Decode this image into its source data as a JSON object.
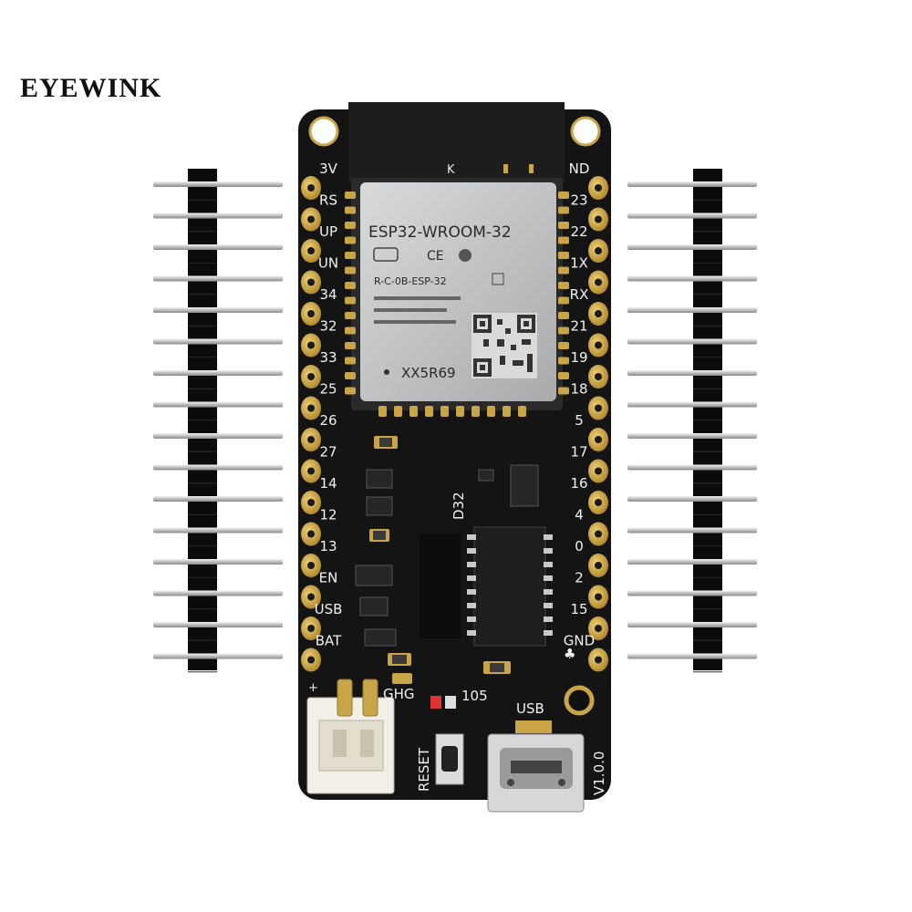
{
  "brand": "EYEWINK",
  "board": {
    "left_pins": [
      "3V",
      "RS",
      "UP",
      "UN",
      "34",
      "32",
      "33",
      "25",
      "26",
      "27",
      "14",
      "12",
      "13",
      "EN",
      "USB",
      "BAT"
    ],
    "right_pins": [
      "ND",
      "23",
      "22",
      "1X",
      "RX",
      "21",
      "19",
      "18",
      "5",
      "17",
      "16",
      "4",
      "0",
      "2",
      "15",
      "GND"
    ],
    "module_name": "ESP32-WROOM-32",
    "module_code": "XX5R69",
    "module_cert": "R-C-0B-ESP-32",
    "board_name": "D32",
    "ant_mark": "K",
    "reset_label": "RESET",
    "usb_label": "USB",
    "ghg_label": "GHG",
    "cap_label": "105",
    "version": "V1.0.0",
    "plus_mark": "+"
  },
  "colors": {
    "pcb": "#141414",
    "gold": "#c9a547",
    "module": "#bdbec0",
    "header": "#0b0b0b",
    "pin": "#d6d6d6"
  }
}
